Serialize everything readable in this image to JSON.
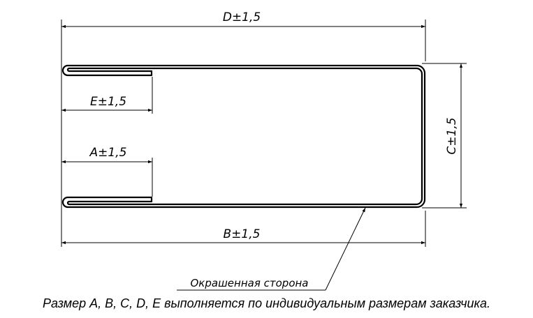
{
  "drawing": {
    "dimensions": {
      "D": "D±1,5",
      "E": "E±1,5",
      "A": "A±1,5",
      "B": "B±1,5",
      "C": "C±1,5"
    },
    "leader_label": "Окрашенная сторона",
    "note": "Размер A, B, C, D, E выполняется по индивидуальным размерам заказчика."
  }
}
